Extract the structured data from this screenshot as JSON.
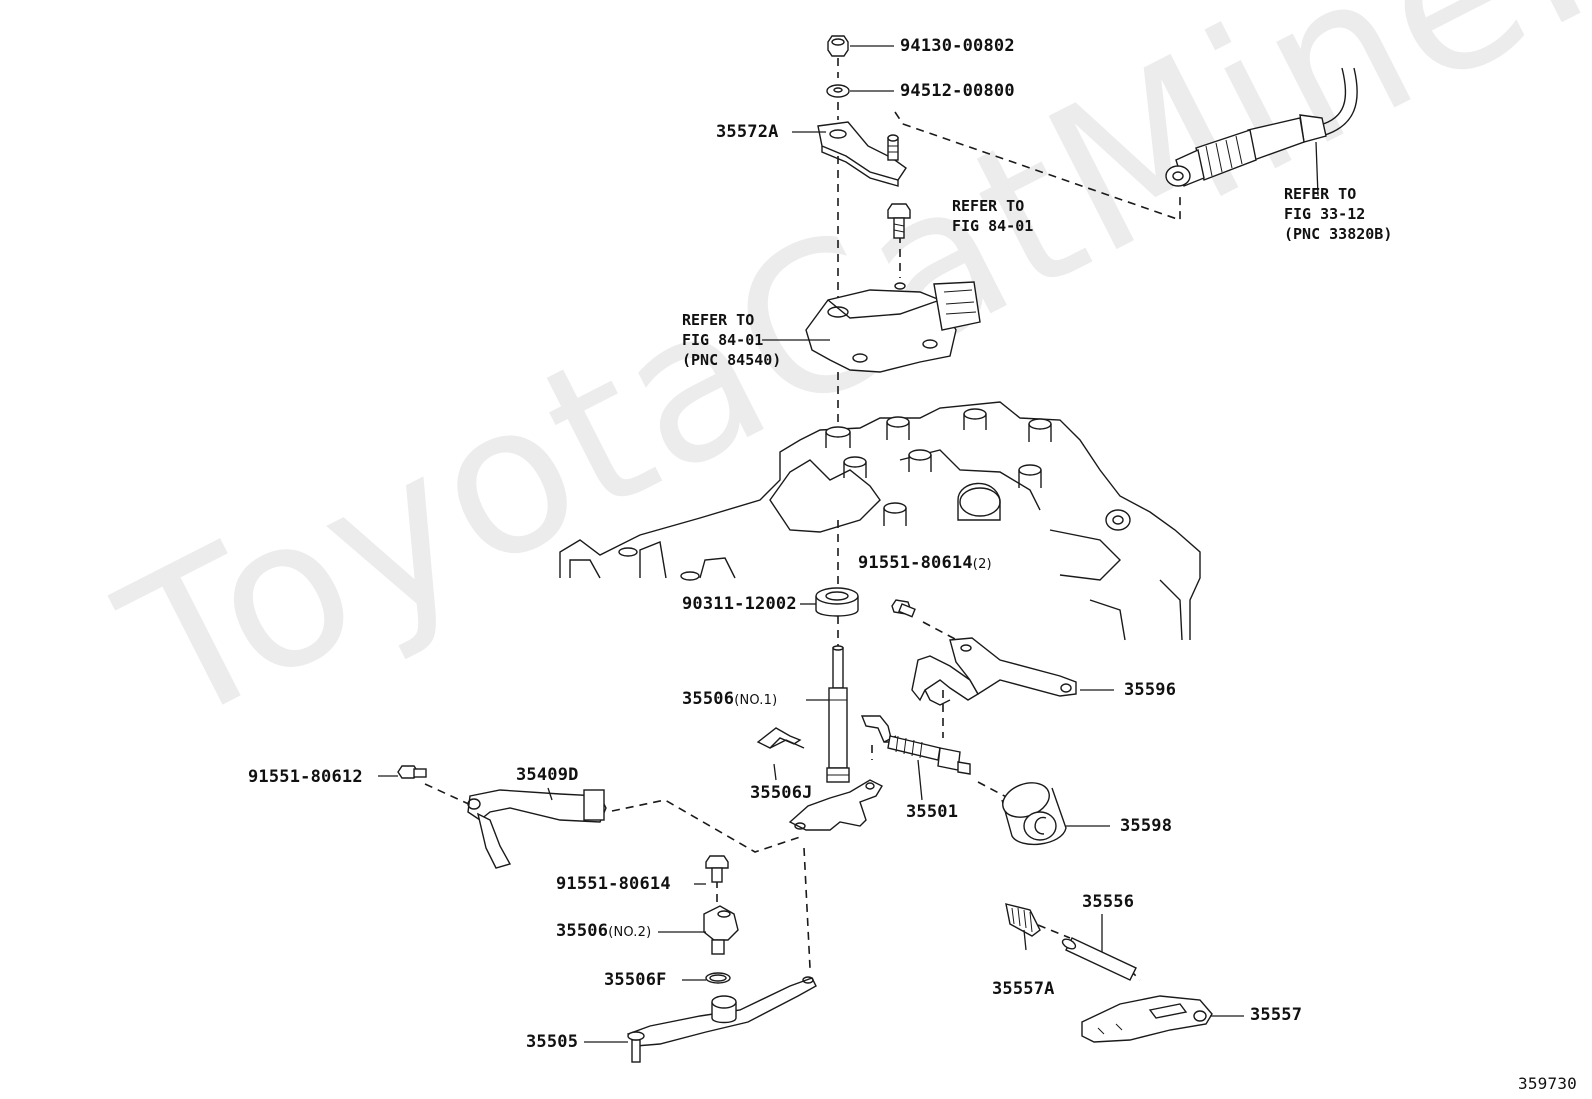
{
  "watermark": "ToyotaCatMine.ru",
  "diagram_id": "359730",
  "parts": [
    {
      "id": "p-94130",
      "label": "94130-00802",
      "qualifier": ""
    },
    {
      "id": "p-94512",
      "label": "94512-00800",
      "qualifier": ""
    },
    {
      "id": "p-35572A",
      "label": "35572A",
      "qualifier": ""
    },
    {
      "id": "p-90311",
      "label": "90311-12002",
      "qualifier": ""
    },
    {
      "id": "p-91551-2",
      "label": "91551-80614",
      "qualifier": "(2)"
    },
    {
      "id": "p-35506-1",
      "label": "35506",
      "qualifier": "(NO.1)"
    },
    {
      "id": "p-35596",
      "label": "35596",
      "qualifier": ""
    },
    {
      "id": "p-35409D",
      "label": "35409D",
      "qualifier": ""
    },
    {
      "id": "p-91551-80612",
      "label": "91551-80612",
      "qualifier": ""
    },
    {
      "id": "p-35506J",
      "label": "35506J",
      "qualifier": ""
    },
    {
      "id": "p-35501",
      "label": "35501",
      "qualifier": ""
    },
    {
      "id": "p-35598",
      "label": "35598",
      "qualifier": ""
    },
    {
      "id": "p-91551-80614",
      "label": "91551-80614",
      "qualifier": ""
    },
    {
      "id": "p-35506-2",
      "label": "35506",
      "qualifier": "(NO.2)"
    },
    {
      "id": "p-35506F",
      "label": "35506F",
      "qualifier": ""
    },
    {
      "id": "p-35505",
      "label": "35505",
      "qualifier": ""
    },
    {
      "id": "p-35556",
      "label": "35556",
      "qualifier": ""
    },
    {
      "id": "p-35557A",
      "label": "35557A",
      "qualifier": ""
    },
    {
      "id": "p-35557",
      "label": "35557",
      "qualifier": ""
    }
  ],
  "notes": {
    "bolt_ref": {
      "line1": "REFER TO",
      "line2": "FIG 84-01"
    },
    "switch_ref": {
      "line1": "REFER TO",
      "line2": "FIG 84-01",
      "line3": "(PNC 84540)"
    },
    "cable_ref": {
      "line1": "REFER TO",
      "line2": "FIG 33-12",
      "line3": "(PNC 33820B)"
    }
  }
}
